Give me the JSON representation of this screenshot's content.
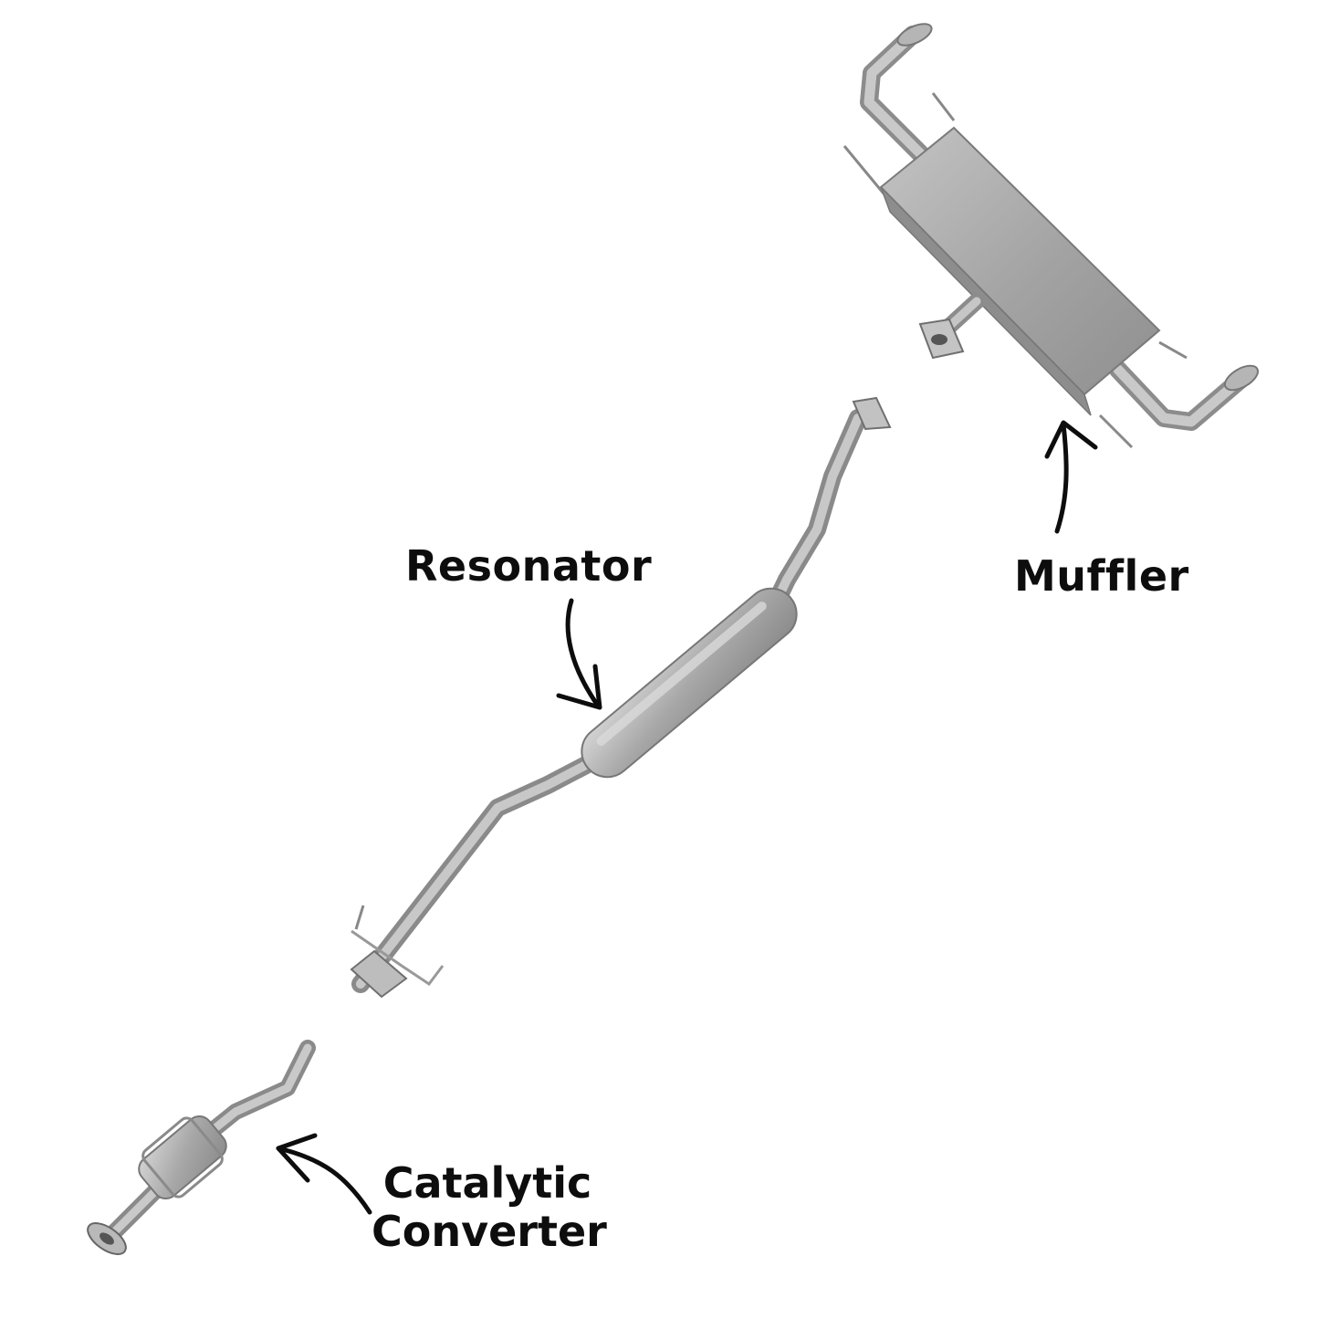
{
  "labels": {
    "resonator": "Resonator",
    "muffler": "Muffler",
    "catalytic_line1": "Catalytic",
    "catalytic_line2": "Converter"
  },
  "colors": {
    "metal": "#a9a9a9",
    "metal_light": "#cfcfcf",
    "metal_dark": "#7a7a7a",
    "ink": "#0d0d0d",
    "background": "#ffffff"
  }
}
